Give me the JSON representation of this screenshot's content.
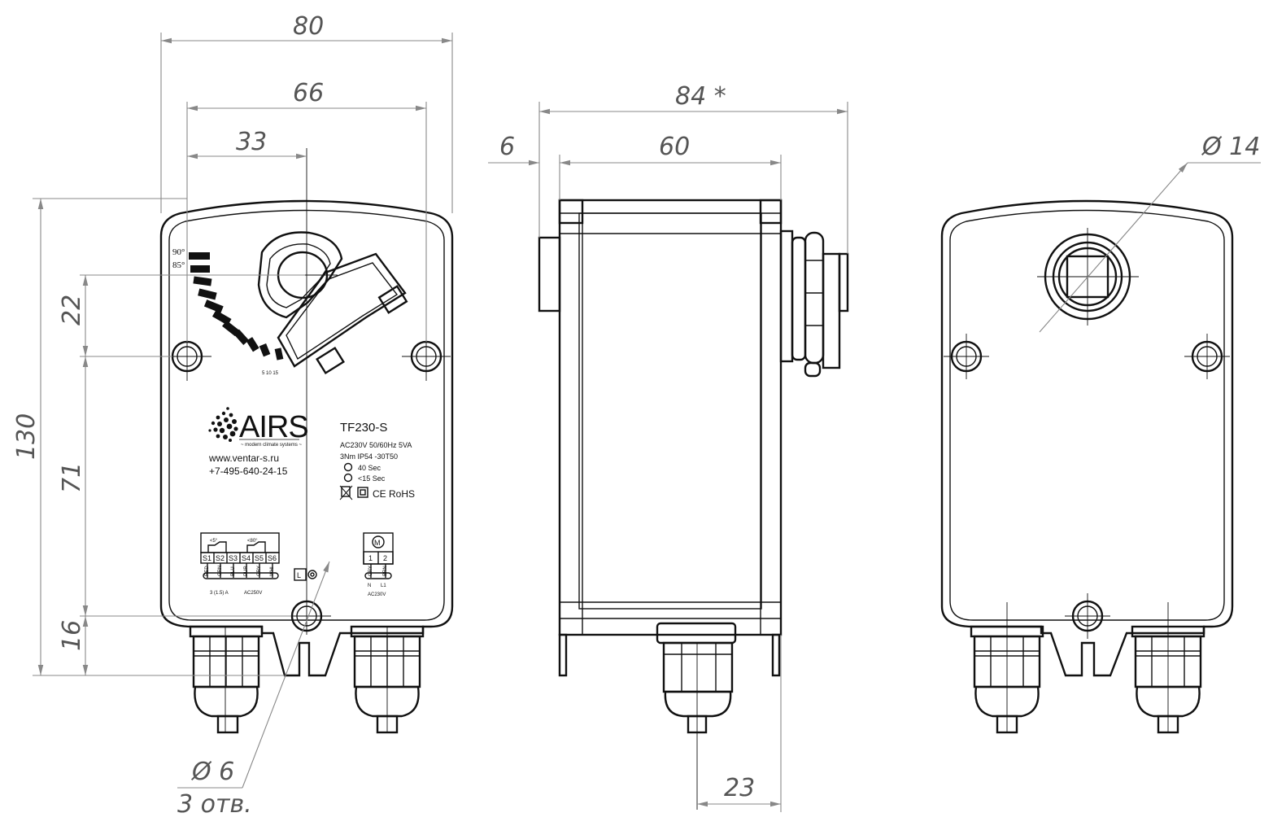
{
  "dimensions": {
    "width_80": "80",
    "width_66": "66",
    "width_33": "33",
    "height_130": "130",
    "height_22": "22",
    "height_71": "71",
    "height_16": "16",
    "hole_dia": "Ø 6",
    "hole_count": "3 отв.",
    "depth_84": "84 *",
    "depth_6": "6",
    "depth_60": "60",
    "gland_23": "23",
    "shaft_dia": "Ø 14"
  },
  "label": {
    "brand": "AIRS",
    "tagline": "~ modern climate systems ~",
    "website": "www.ventar-s.ru",
    "phone": "+7-495-640-24-15",
    "model": "TF230-S",
    "spec_power": "AC230V 50/60Hz 5VA",
    "spec_torque": "3Nm  IP54  -30T50",
    "spec_motor_time": "40 Sec",
    "spec_spring_time": "<15 Sec",
    "certifications": "CE RoHS"
  },
  "scale": {
    "mark_90": "90°",
    "mark_85": "85°",
    "bottom_marks": "5 10 15"
  },
  "wiring": {
    "aux_switch_left": "<5°",
    "aux_switch_right": "<80°",
    "terminals": [
      "S1",
      "S2",
      "S3",
      "S4",
      "S5",
      "S6"
    ],
    "wire_colors": [
      "RED",
      "GRN",
      "BLU",
      "PUR",
      "GRY",
      "WHI"
    ],
    "switch_rating": "3 (1.5) A",
    "switch_voltage": "AC250V",
    "lock_label": "L",
    "motor_terminals": [
      "1",
      "2"
    ],
    "motor_wires": [
      "GRY",
      "BRN"
    ],
    "motor_labels": [
      "N",
      "L1"
    ],
    "motor_voltage": "AC230V",
    "motor_symbol": "M"
  }
}
